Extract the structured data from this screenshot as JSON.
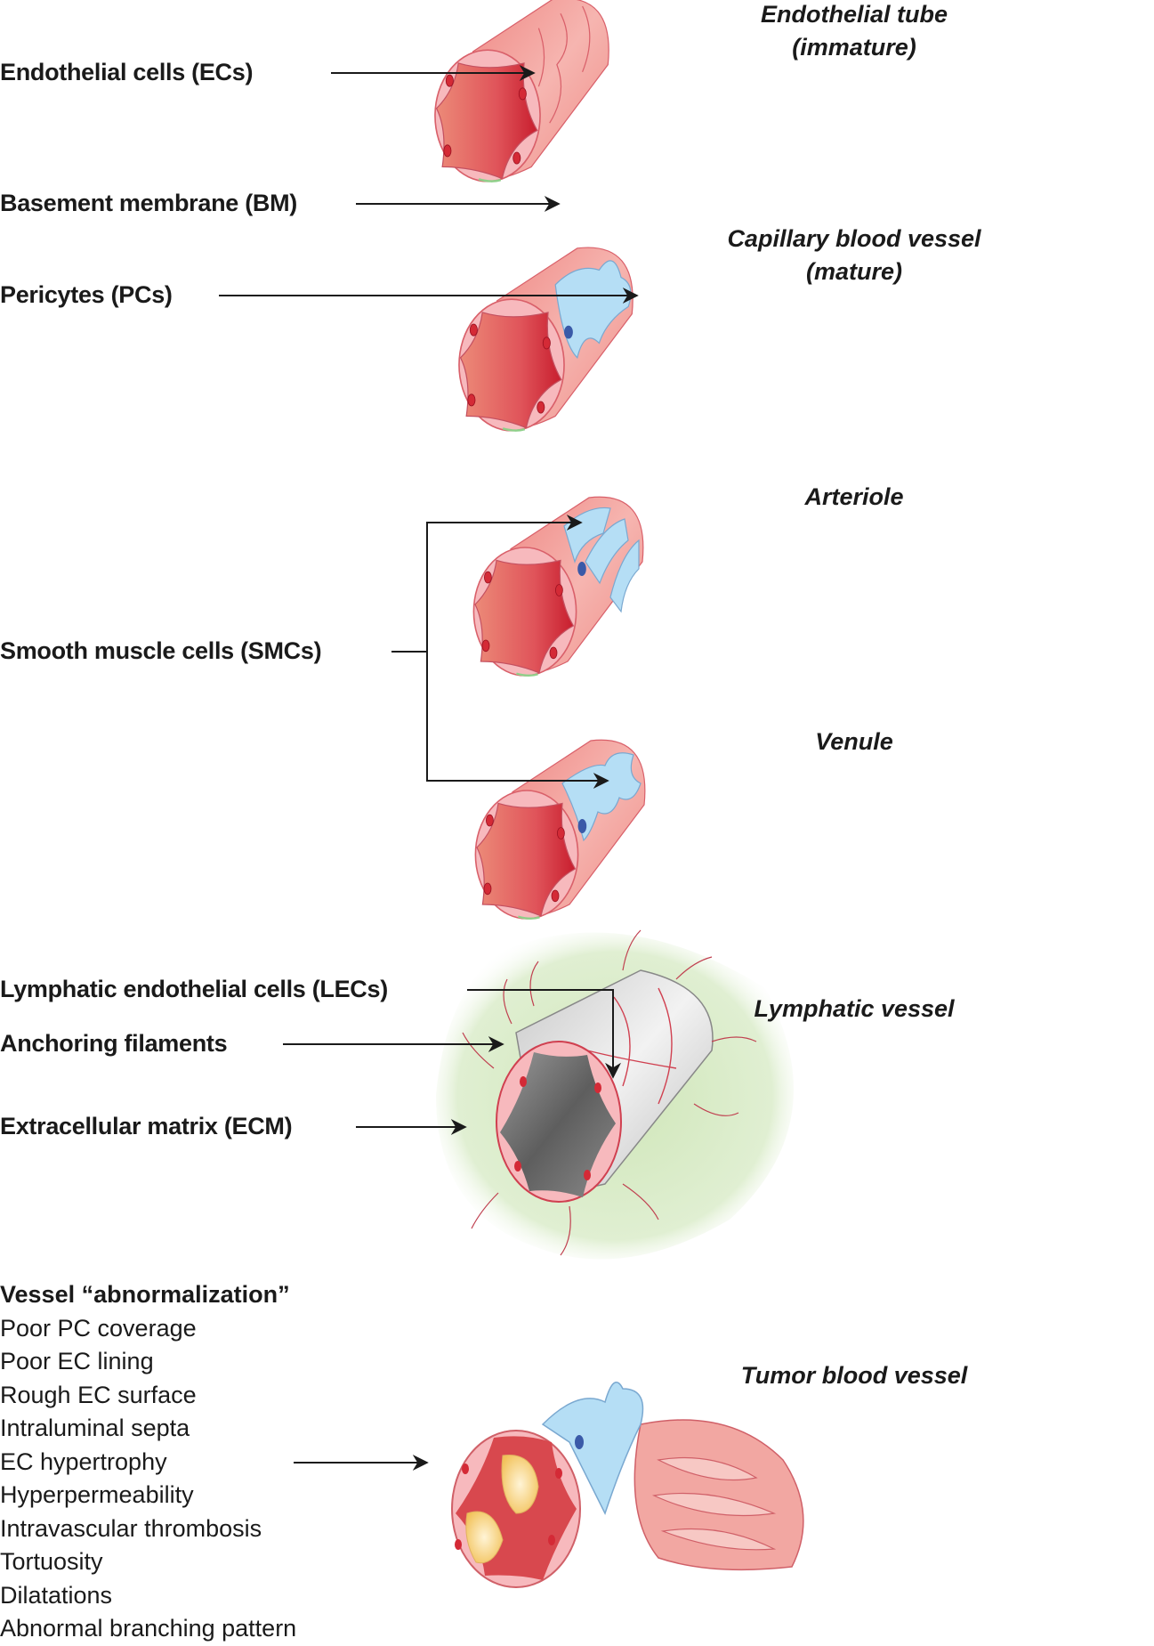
{
  "labels": {
    "endothelial_cells": "Endothelial cells (ECs)",
    "basement_membrane": "Basement membrane (BM)",
    "pericytes": "Pericytes (PCs)",
    "smooth_muscle_cells": "Smooth muscle cells (SMCs)",
    "lymphatic_endothelial_cells": "Lymphatic endothelial cells (LECs)",
    "anchoring_filaments": "Anchoring filaments",
    "extracellular_matrix": "Extracellular matrix (ECM)"
  },
  "vessel_types": {
    "endothelial_tube": [
      "Endothelial tube",
      "(immature)"
    ],
    "capillary": [
      "Capillary blood vessel",
      "(mature)"
    ],
    "arteriole": "Arteriole",
    "venule": "Venule",
    "lymphatic": "Lymphatic vessel",
    "tumor": "Tumor blood vessel"
  },
  "abnormalization": {
    "heading": "Vessel “abnormalization”",
    "items": [
      "Poor PC coverage",
      "Poor EC lining",
      "Rough EC surface",
      "Intraluminal septa",
      "EC hypertrophy",
      "Hyperpermeability",
      "Intravascular thrombosis",
      "Tortuosity",
      "Dilatations",
      "Abnormal branching pattern"
    ]
  },
  "colors": {
    "vessel_wall": "#f08a84",
    "lumen": "#d8323c",
    "ec_layer": "#f7b9bd",
    "pericyte": "#b5def5",
    "nucleus_ec": "#d42a36",
    "nucleus_pc": "#3a5aa8",
    "basement_membrane": "#8fd08a",
    "lymph_lumen": "#6e6e6e",
    "ecm": "#d9ecc8",
    "thrombus": "#f6d27a"
  }
}
